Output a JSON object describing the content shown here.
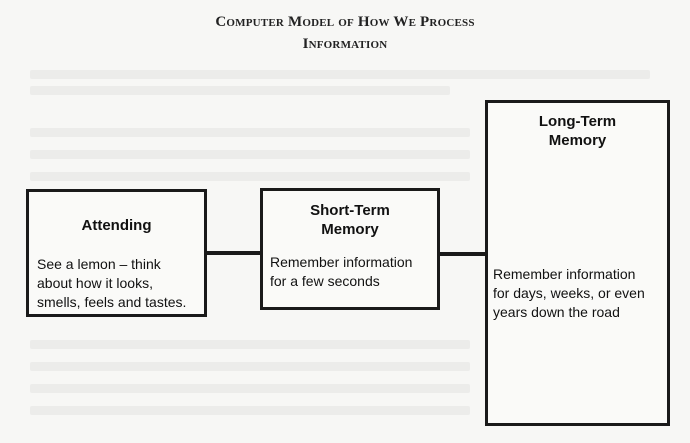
{
  "title": {
    "line1": "Computer Model of How We Process",
    "line2": "Information"
  },
  "boxes": {
    "attending": {
      "heading": "Attending",
      "body": "See a lemon – think\nabout how it looks,\nsmells, feels and tastes."
    },
    "short_term": {
      "heading": "Short-Term\nMemory",
      "body": "Remember information\nfor a few seconds"
    },
    "long_term": {
      "heading": "Long-Term\nMemory",
      "body": "Remember information\nfor days, weeks, or even\nyears down the road"
    }
  }
}
